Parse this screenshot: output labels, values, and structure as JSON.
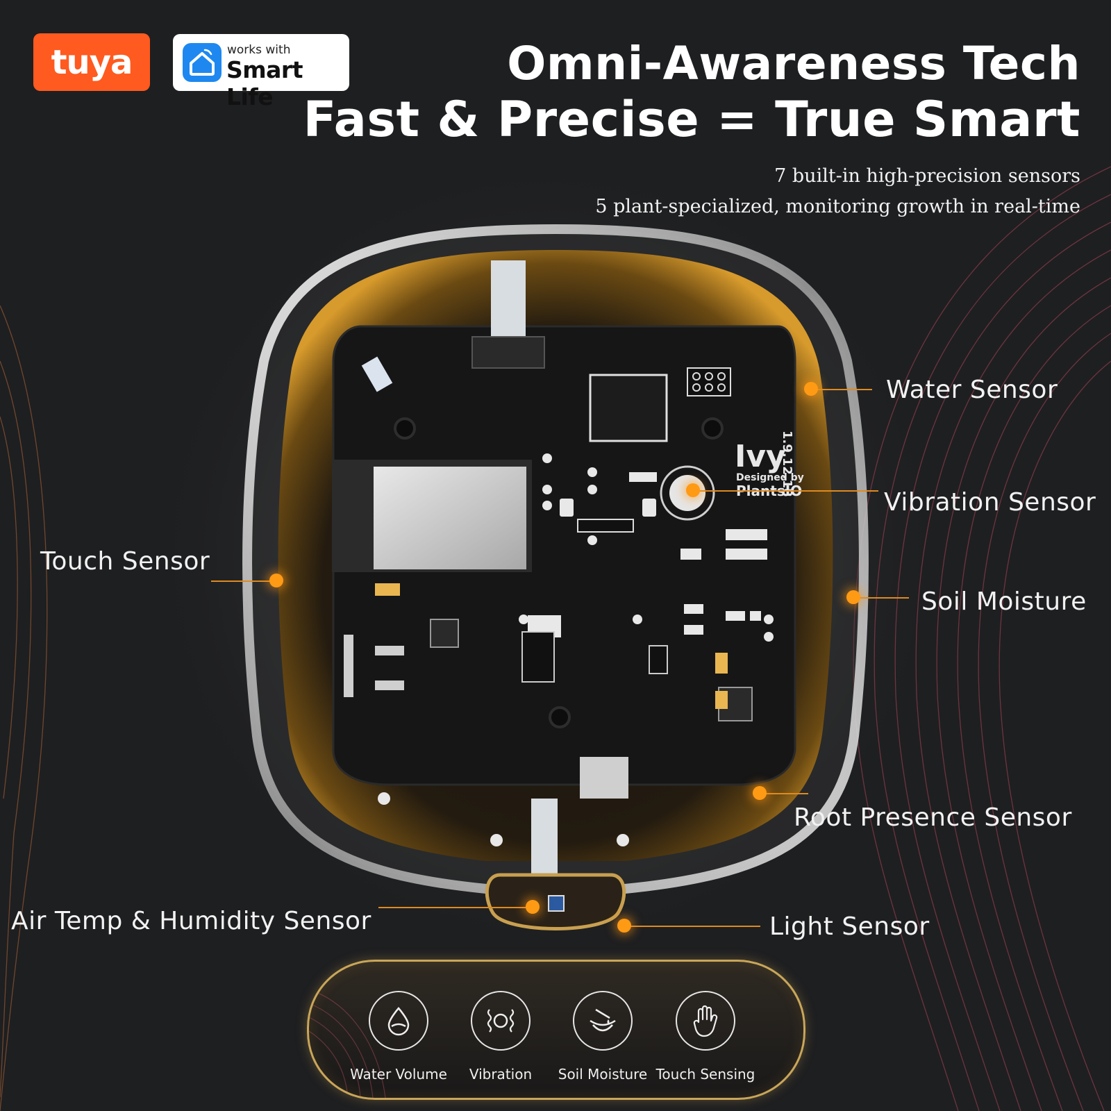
{
  "brand": {
    "tuya_logo_text": "tuya",
    "smartlife_small": "works with",
    "smartlife_big": "Smart Life"
  },
  "headline": {
    "line1": "Omni-Awareness Tech",
    "line2": "Fast & Precise = True Smart"
  },
  "subheadline": {
    "line1": "7 built-in high-precision sensors",
    "line2": "5 plant-specialized, monitoring growth in real-time"
  },
  "device": {
    "board_brand": "Ivy",
    "board_designer": "Designed by",
    "board_company": "PlantsIO",
    "board_version": "1.9.12.18"
  },
  "callouts": {
    "water_sensor": "Water Sensor",
    "vibration_sensor": "Vibration Sensor",
    "soil_moisture": "Soil Moisture",
    "touch_sensor": "Touch Sensor",
    "root_presence_sensor": "Root Presence Sensor",
    "air_temp_humidity_sensor": "Air Temp & Humidity Sensor",
    "light_sensor": "Light Sensor"
  },
  "features": [
    {
      "icon": "water-drop-icon",
      "label": "Water Volume"
    },
    {
      "icon": "vibration-icon",
      "label": "Vibration"
    },
    {
      "icon": "soil-moisture-icon",
      "label": "Soil Moisture"
    },
    {
      "icon": "hand-touch-icon",
      "label": "Touch Sensing"
    }
  ],
  "colors": {
    "background": "#1e1f21",
    "accent_orange": "#ff9a14",
    "tuya_orange": "#ff5a1f",
    "smartlife_blue": "#1e88f0",
    "panel_border": "#c9a659"
  }
}
